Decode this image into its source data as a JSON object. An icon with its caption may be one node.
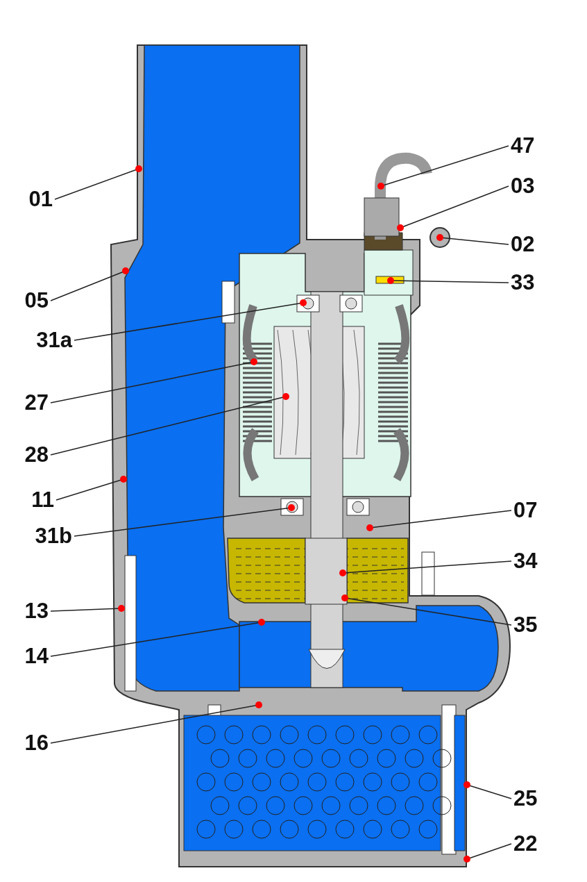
{
  "diagram": {
    "nodes": [
      {
        "text": [
          "47"
        ]
      },
      {
        "text": [
          "03"
        ]
      },
      {
        "text": [
          "01"
        ]
      },
      {
        "text": [
          "02"
        ]
      },
      {
        "text": [
          "33"
        ]
      },
      {
        "text": [
          "05"
        ]
      },
      {
        "text": [
          "31a"
        ]
      },
      {
        "text": [
          "27"
        ]
      },
      {
        "text": [
          "28"
        ]
      },
      {
        "text": [
          "11"
        ]
      },
      {
        "text": [
          "07"
        ]
      },
      {
        "text": [
          "31b"
        ]
      },
      {
        "text": [
          "34"
        ]
      },
      {
        "text": [
          "13"
        ]
      },
      {
        "text": [
          "35"
        ]
      },
      {
        "text": [
          "14"
        ]
      },
      {
        "text": [
          "16"
        ]
      },
      {
        "text": [
          "25"
        ]
      },
      {
        "text": [
          "22"
        ]
      }
    ],
    "edges": [
      {
        "from": 0,
        "to": null,
        "arrow": "other"
      },
      {
        "from": 1,
        "to": null,
        "arrow": "other"
      },
      {
        "from": 2,
        "to": null,
        "arrow": "other"
      },
      {
        "from": 3,
        "to": null,
        "arrow": "other"
      },
      {
        "from": 4,
        "to": null,
        "arrow": "other"
      },
      {
        "from": 5,
        "to": null,
        "arrow": "other"
      },
      {
        "from": 6,
        "to": null,
        "arrow": "other"
      },
      {
        "from": 7,
        "to": null,
        "arrow": "other"
      },
      {
        "from": 8,
        "to": null,
        "arrow": "other"
      },
      {
        "from": 9,
        "to": null,
        "arrow": "other"
      },
      {
        "from": 10,
        "to": null,
        "arrow": "other"
      },
      {
        "from": 11,
        "to": null,
        "arrow": "other"
      },
      {
        "from": 12,
        "to": null,
        "arrow": "other"
      },
      {
        "from": 13,
        "to": null,
        "arrow": "other"
      },
      {
        "from": 14,
        "to": null,
        "arrow": "other"
      },
      {
        "from": 15,
        "to": null,
        "arrow": "other"
      },
      {
        "from": 16,
        "to": null,
        "arrow": "other"
      },
      {
        "from": 17,
        "to": null,
        "arrow": "other"
      },
      {
        "from": 18,
        "to": null,
        "arrow": "other"
      }
    ]
  }
}
